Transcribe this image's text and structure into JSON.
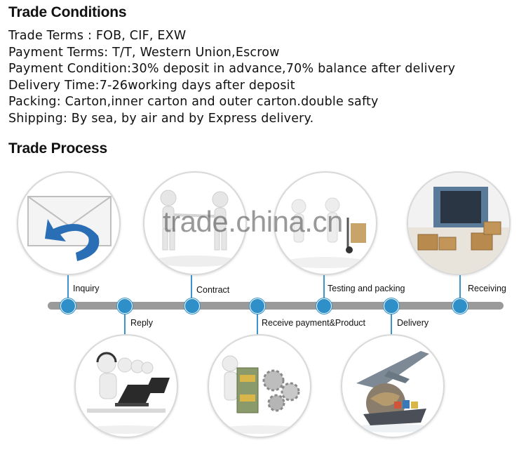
{
  "trade_conditions": {
    "heading": "Trade Conditions",
    "lines": [
      "Trade Terms : FOB, CIF, EXW",
      "Payment Terms: T/T, Western Union,Escrow",
      "Payment Condition:30% deposit in advance,70% balance after delivery",
      "Delivery Time:7-26working days after deposit",
      "Packing: Carton,inner carton and outer carton.double safty",
      "Shipping: By sea, by air and by Express delivery."
    ]
  },
  "trade_process": {
    "heading": "Trade Process",
    "steps": [
      {
        "label": "Inquiry",
        "icon": "envelope-arrow-icon"
      },
      {
        "label": "Reply",
        "icon": "call-center-icon"
      },
      {
        "label": "Contract",
        "icon": "handshake-figures-icon"
      },
      {
        "label": "Receive payment&Product",
        "icon": "money-gears-icon"
      },
      {
        "label": "Testing and packing",
        "icon": "figures-hand-truck-icon"
      },
      {
        "label": "Delivery",
        "icon": "airplane-ship-globe-icon"
      },
      {
        "label": "Receiving",
        "icon": "warehouse-boxes-icon"
      }
    ]
  },
  "watermark": "trade.china.cn",
  "colors": {
    "timeline": "#9a9a9a",
    "dot": "#2f8fc8",
    "connector": "#3b94cc",
    "envelope_arrow": "#2a6fb5"
  }
}
